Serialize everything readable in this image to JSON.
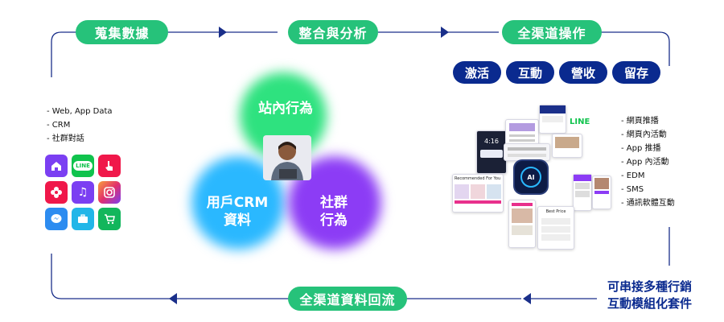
{
  "stages": {
    "collect": "蒐集數據",
    "integrate": "整合與分析",
    "omnichannel": "全渠道操作",
    "backflow": "全渠道資料回流"
  },
  "operations": [
    "激活",
    "互動",
    "營收",
    "留存"
  ],
  "data_sources": [
    "Web, App Data",
    "CRM",
    "社群對話"
  ],
  "app_icons": [
    "home-icon",
    "line-icon",
    "hand-pointer-icon",
    "flower-icon",
    "music-icon",
    "instagram-icon",
    "messenger-icon",
    "briefcase-icon",
    "cart-icon"
  ],
  "venn": {
    "top": [
      "站內行為"
    ],
    "left": [
      "用戶CRM",
      "資料"
    ],
    "right": [
      "社群",
      "行為"
    ]
  },
  "channels": [
    "網頁推播",
    "網頁內活動",
    "App 推播",
    "App 內活動",
    "EDM",
    "SMS",
    "通訊軟體互動"
  ],
  "center_badge": "AI",
  "line_logo": "LINE",
  "mockups": {
    "recommend_title": "Recommended For You",
    "best_price": "Best Price",
    "phone_time": "4:16"
  },
  "footnote": [
    "可串接多種行銷",
    "互動模組化套件"
  ],
  "colors": {
    "green": "#26c27a",
    "navy": "#0a2a8f",
    "line": "#1a2f8a",
    "blob_green": "#2ee27f",
    "blob_blue": "#2ab8ff",
    "blob_purple": "#8c3cf5"
  }
}
